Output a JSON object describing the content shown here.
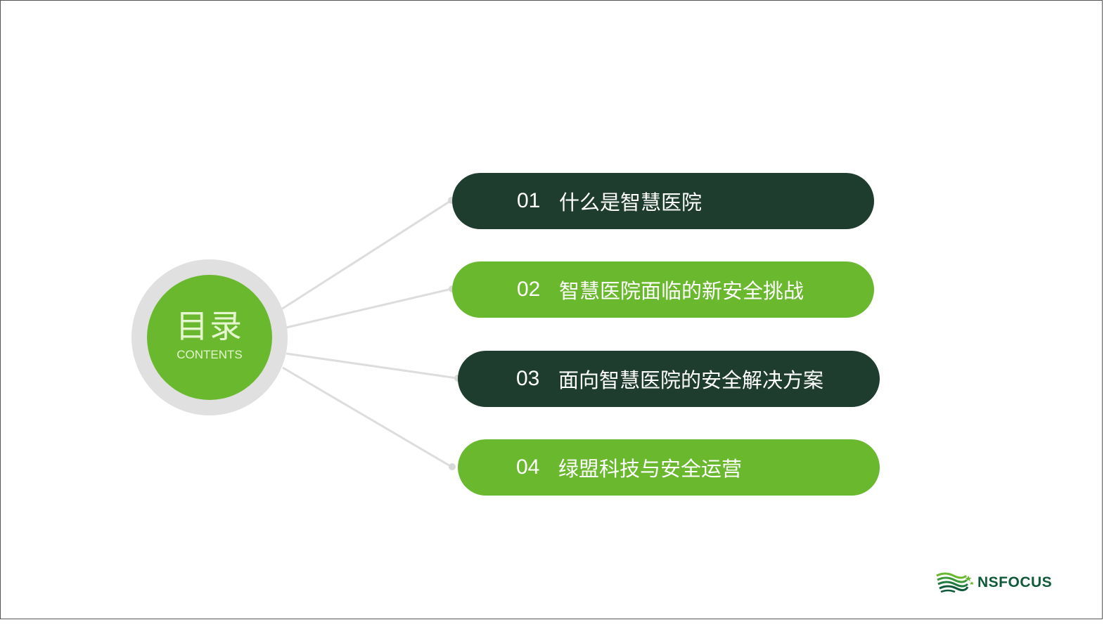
{
  "hub": {
    "title": "目录",
    "subtitle": "CONTENTS"
  },
  "items": [
    {
      "number": "01",
      "label": "什么是智慧医院",
      "style": "dark"
    },
    {
      "number": "02",
      "label": "智慧医院面临的新安全挑战",
      "style": "green"
    },
    {
      "number": "03",
      "label": "面向智慧医院的安全解决方案",
      "style": "dark"
    },
    {
      "number": "04",
      "label": "绿盟科技与安全运营",
      "style": "green"
    }
  ],
  "logo": {
    "text": "NSFOCUS"
  },
  "colors": {
    "dark_green": "#1f3d2e",
    "light_green": "#6ab82e",
    "ring_gray": "#e0e0e0",
    "hub_text": "#e4f5d0",
    "connector": "#dddddd"
  }
}
